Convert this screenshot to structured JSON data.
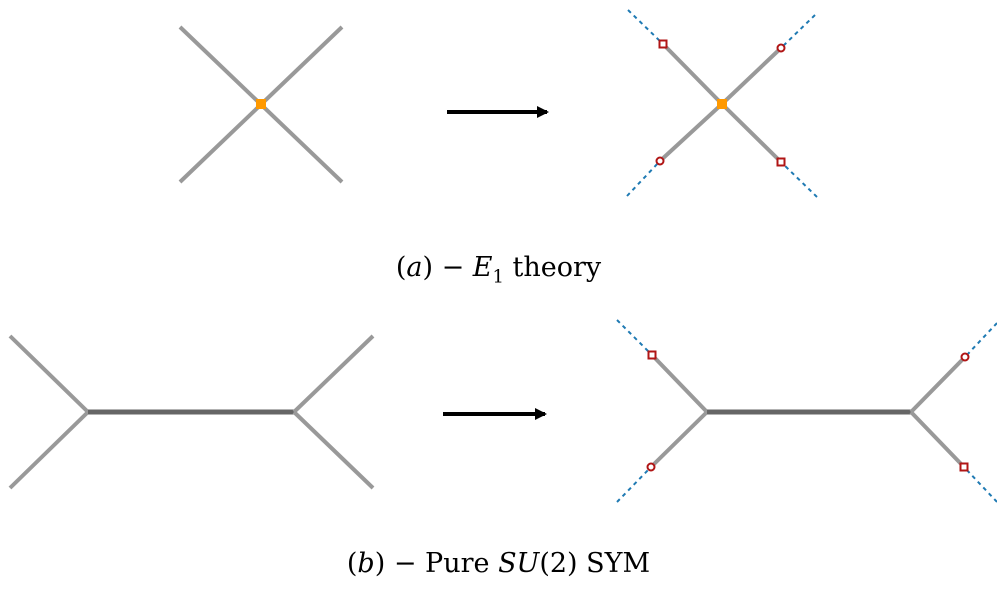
{
  "captions": {
    "a": {
      "prefix": "(",
      "letter": "a",
      "dash": ") − ",
      "symbol": "E",
      "subscript": "1",
      "suffix": " theory"
    },
    "b": {
      "prefix": "(",
      "letter": "b",
      "dash": ") − Pure ",
      "symbol": "SU",
      "suffix": "(2) SYM"
    }
  },
  "colors": {
    "external_leg": "#999999",
    "internal_leg": "#666666",
    "vertex": "#ff9900",
    "dashed_extension": "#1f7ab3",
    "marker": "#b01515",
    "arrow": "#000000"
  },
  "diagrams": [
    {
      "id": "a-before",
      "kind": "cross",
      "vertex_dot": true,
      "decorated": false
    },
    {
      "id": "a-after",
      "kind": "cross",
      "vertex_dot": true,
      "decorated": true
    },
    {
      "id": "b-before",
      "kind": "two-vertex",
      "decorated": false
    },
    {
      "id": "b-after",
      "kind": "two-vertex",
      "decorated": true
    }
  ]
}
